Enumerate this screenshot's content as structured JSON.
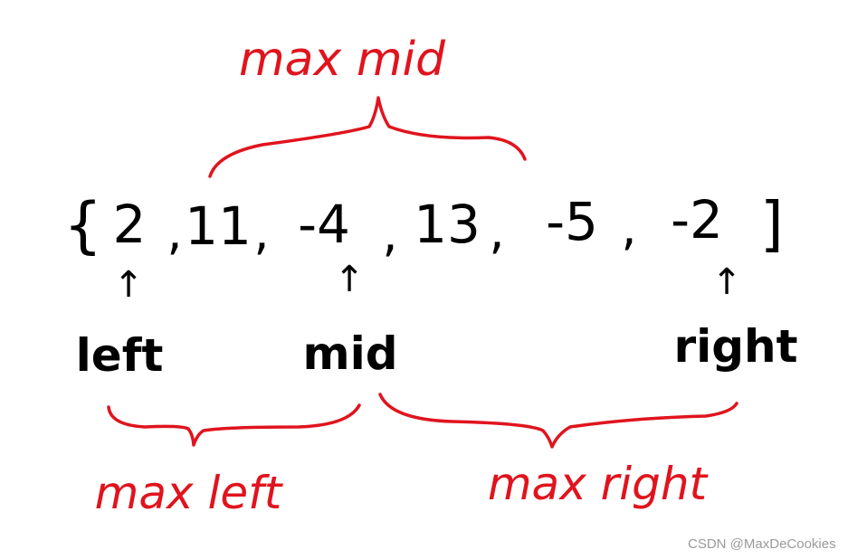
{
  "array": {
    "open_brace": "{",
    "close_brace": "]",
    "elements": [
      "2",
      "11",
      "-4",
      "13",
      "-5",
      "-2"
    ],
    "separator": ","
  },
  "pointers": {
    "left": "left",
    "mid": "mid",
    "right": "right",
    "arrow_glyph": "↑"
  },
  "annotations": {
    "max_mid": "max mid",
    "max_left": "max left",
    "max_right": "max right"
  },
  "colors": {
    "ink": "#000000",
    "highlight": "#e0141e",
    "watermark": "#9a9a9a"
  },
  "watermark": "CSDN @MaxDeCookies"
}
